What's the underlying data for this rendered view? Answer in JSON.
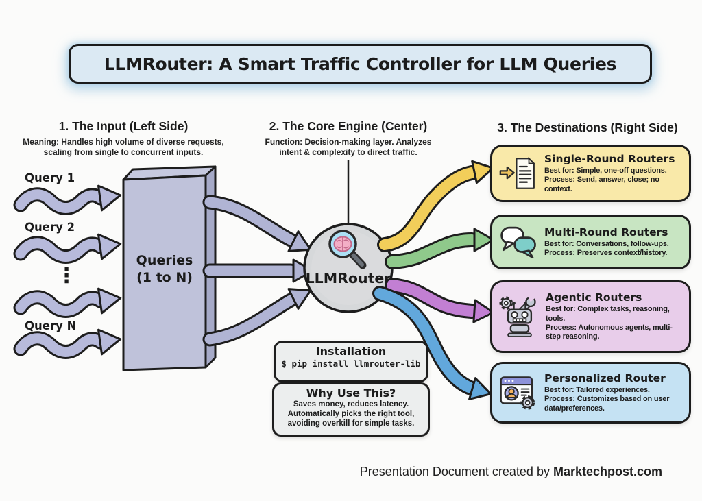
{
  "title": "LLMRouter: A Smart Traffic Controller for LLM Queries",
  "sections": {
    "input": {
      "heading": "1. The Input (Left Side)",
      "subtitle": "Meaning: Handles high volume of diverse requests,\nscaling from single to concurrent inputs."
    },
    "core": {
      "heading": "2. The Core Engine (Center)",
      "subtitle": "Function: Decision-making layer. Analyzes\nintent & complexity to direct traffic."
    },
    "destinations": {
      "heading": "3. The Destinations (Right Side)"
    }
  },
  "input": {
    "query_labels": [
      "Query 1",
      "Query 2",
      "Query N"
    ],
    "ellipsis": "⋮",
    "box_label": "Queries\n(1 to N)"
  },
  "core": {
    "label": "LLMRouter",
    "icon": "magnifier-brain-icon"
  },
  "installation": {
    "heading": "Installation",
    "command": "$ pip install llmrouter-lib"
  },
  "why": {
    "heading": "Why Use This?",
    "body": "Saves money, reduces latency.\nAutomatically picks the right tool,\navoiding overkill for simple tasks."
  },
  "destinations": [
    {
      "title": "Single-Round Routers",
      "best_for": "Best for: Simple, one-off questions.",
      "process": "Process: Send, answer, close; no context.",
      "icon": "document-arrow-icon",
      "bg_color": "#f9e9a9",
      "arrow_color": "#f2ce5a"
    },
    {
      "title": "Multi-Round Routers",
      "best_for": "Best for: Conversations, follow-ups.",
      "process": "Process: Preserves context/history.",
      "icon": "chat-bubbles-icon",
      "bg_color": "#c8e5c2",
      "arrow_color": "#8fc98b"
    },
    {
      "title": "Agentic Routers",
      "best_for": "Best for: Complex tasks, reasoning, tools.",
      "process": "Process: Autonomous agents, multi-step reasoning.",
      "icon": "robot-icon",
      "bg_color": "#e8cdea",
      "arrow_color": "#c27fd3"
    },
    {
      "title": "Personalized Router",
      "best_for": "Best for: Tailored experiences.",
      "process": "Process: Customizes based on user data/preferences.",
      "icon": "profile-window-icon",
      "bg_color": "#c5e2f3",
      "arrow_color": "#62a8dc"
    }
  ],
  "footer": {
    "prefix": "Presentation Document created by ",
    "brand": "Marktechpost.com"
  },
  "colors": {
    "input_accent": "#b7badb",
    "queries_box": "#bfc2da",
    "router_circle": "#d6d8da",
    "title_bg": "#dbe9f3"
  }
}
